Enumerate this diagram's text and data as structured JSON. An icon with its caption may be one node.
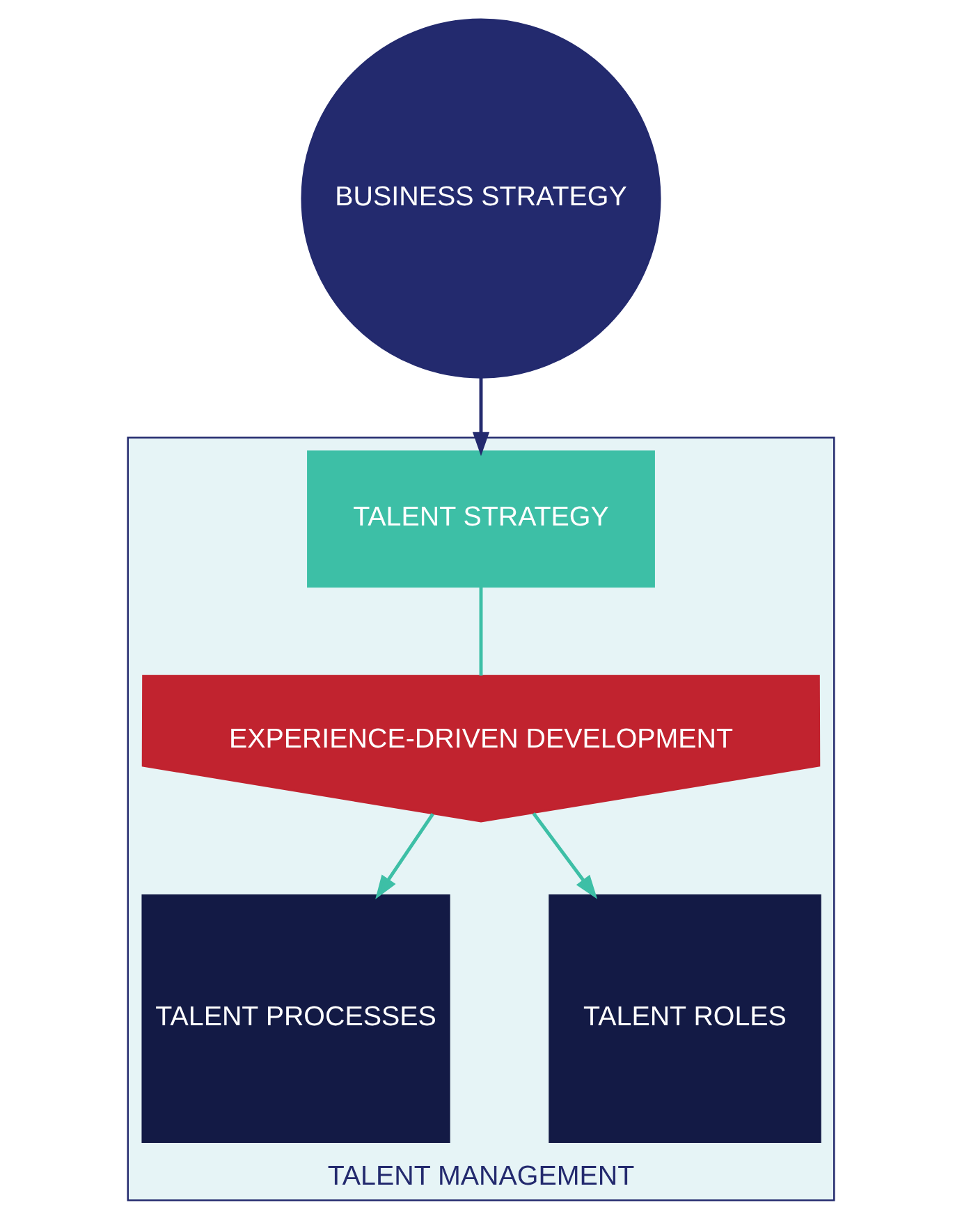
{
  "diagram": {
    "nodes": [
      {
        "text": [
          "BUSINESS STRATEGY"
        ]
      },
      {
        "text": [
          "TALENT MANAGEMENT"
        ]
      },
      {
        "text": [
          "TALENT STRATEGY"
        ],
        "in": 1
      },
      {
        "text": [
          "EXPERIENCE-DRIVEN DEVELOPMENT"
        ],
        "in": 1
      },
      {
        "text": [
          "TALENT PROCESSES"
        ],
        "in": 1
      },
      {
        "text": [
          "TALENT ROLES"
        ],
        "in": 1
      }
    ],
    "edges": [
      {
        "from": 0,
        "to": 2,
        "arrow": "to",
        "color": "#232a6e"
      },
      {
        "from": 2,
        "to": 3,
        "arrow": "none"
      },
      {
        "from": 3,
        "to": 4,
        "arrow": "to"
      },
      {
        "from": 3,
        "to": 5,
        "arrow": "to"
      }
    ]
  }
}
